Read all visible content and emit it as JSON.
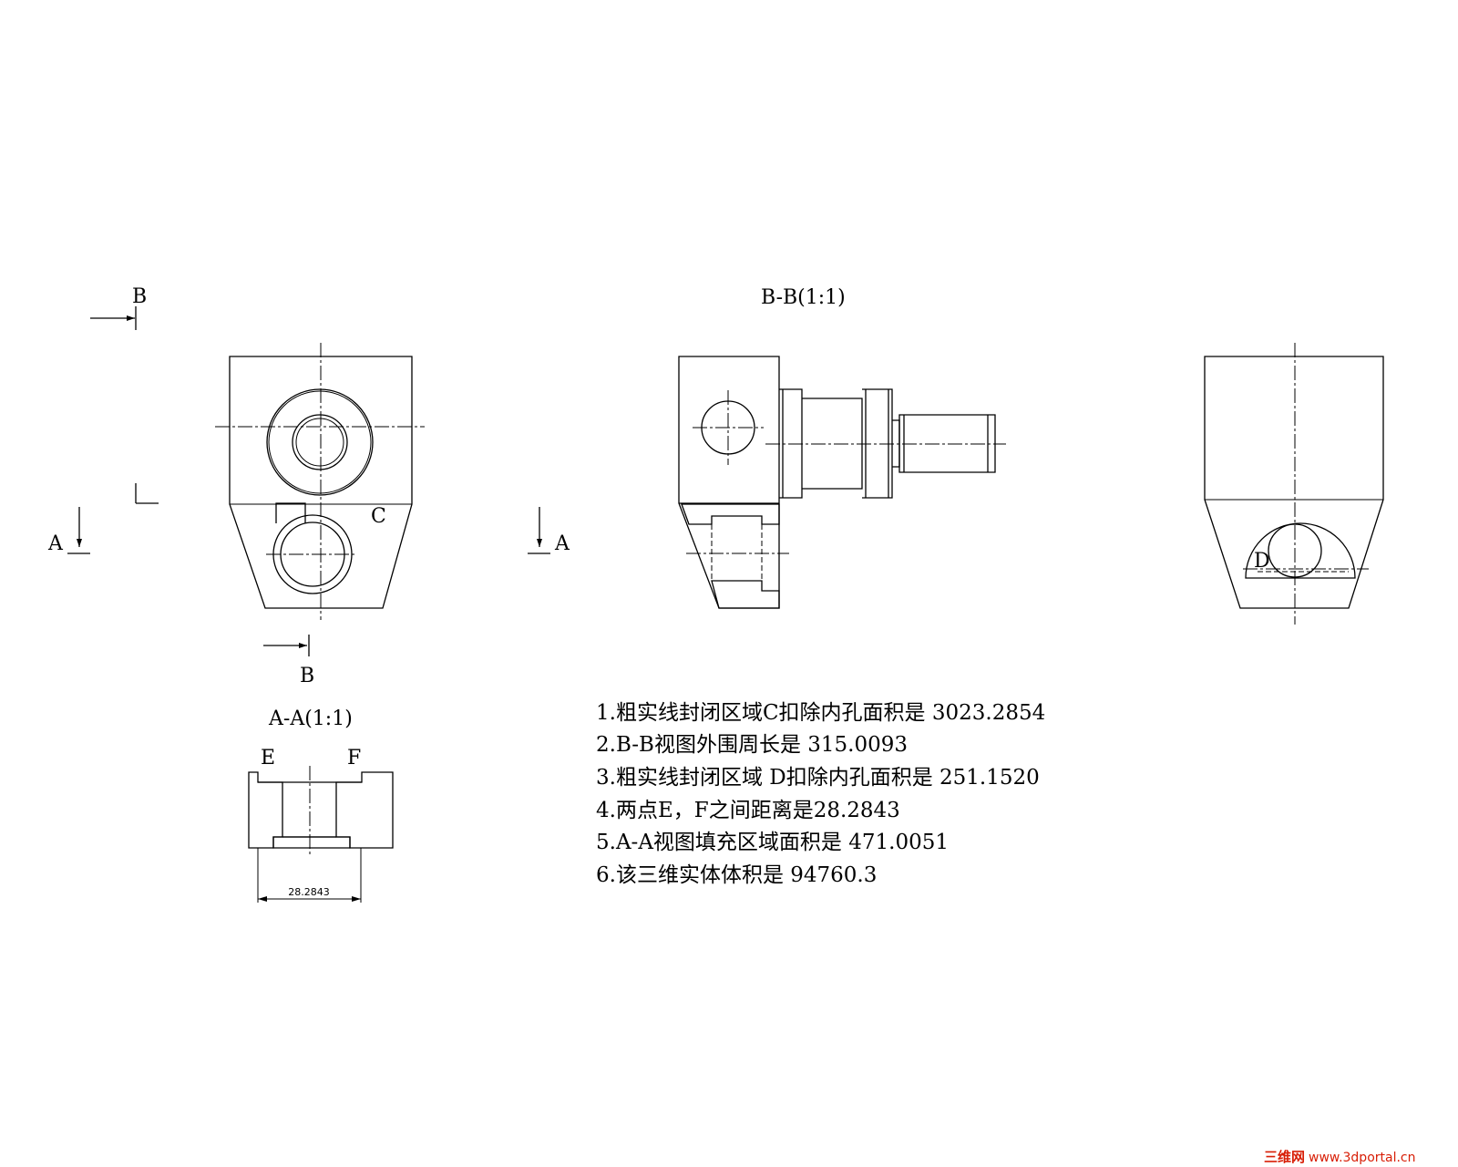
{
  "labels": {
    "section_b_top": "B",
    "section_b_bottom": "B",
    "section_a_left": "A",
    "section_a_mid": "A",
    "region_c": "C",
    "region_d": "D",
    "point_e": "E",
    "point_f": "F"
  },
  "titles": {
    "view_bb": "B-B(1:1)",
    "view_aa": "A-A(1:1)"
  },
  "dimension": {
    "ef_distance": "28.2843"
  },
  "notes": [
    "1.粗实线封闭区域C扣除内孔面积是 3023.2854",
    "2.B-B视图外围周长是 315.0093",
    "3.粗实线封闭区域 D扣除内孔面积是 251.1520",
    "4.两点E，F之间距离是28.2843",
    "5.A-A视图填充区域面积是 471.0051",
    "6.该三维实体体积是 94760.3"
  ],
  "watermark": {
    "brand": "三维网",
    "url": "www.3dportal.cn"
  },
  "colors": {
    "ink": "#000000",
    "watermark": "#d81e06"
  }
}
